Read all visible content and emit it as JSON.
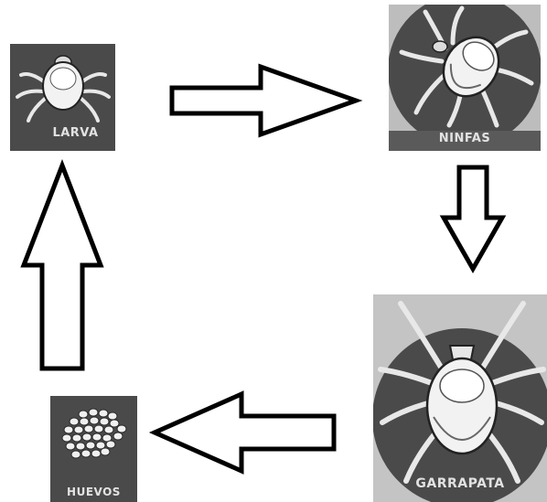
{
  "stages": {
    "larva": "LARVA",
    "ninfas": "NINFAS",
    "garrapata": "GARRAPATA",
    "huevos": "HUEVOS"
  },
  "icons": {
    "larva": "larva-tick-icon",
    "ninfas": "nymph-tick-icon",
    "garrapata": "adult-tick-icon",
    "huevos": "eggs-cluster-icon",
    "arrows": "cycle-arrow-icon"
  },
  "colors": {
    "tile_background": "#4a4a4a",
    "tick_body": "#f2f2f2",
    "arrow_stroke": "#000000",
    "arrow_fill": "#ffffff",
    "label_text": "#e2e2e2"
  }
}
